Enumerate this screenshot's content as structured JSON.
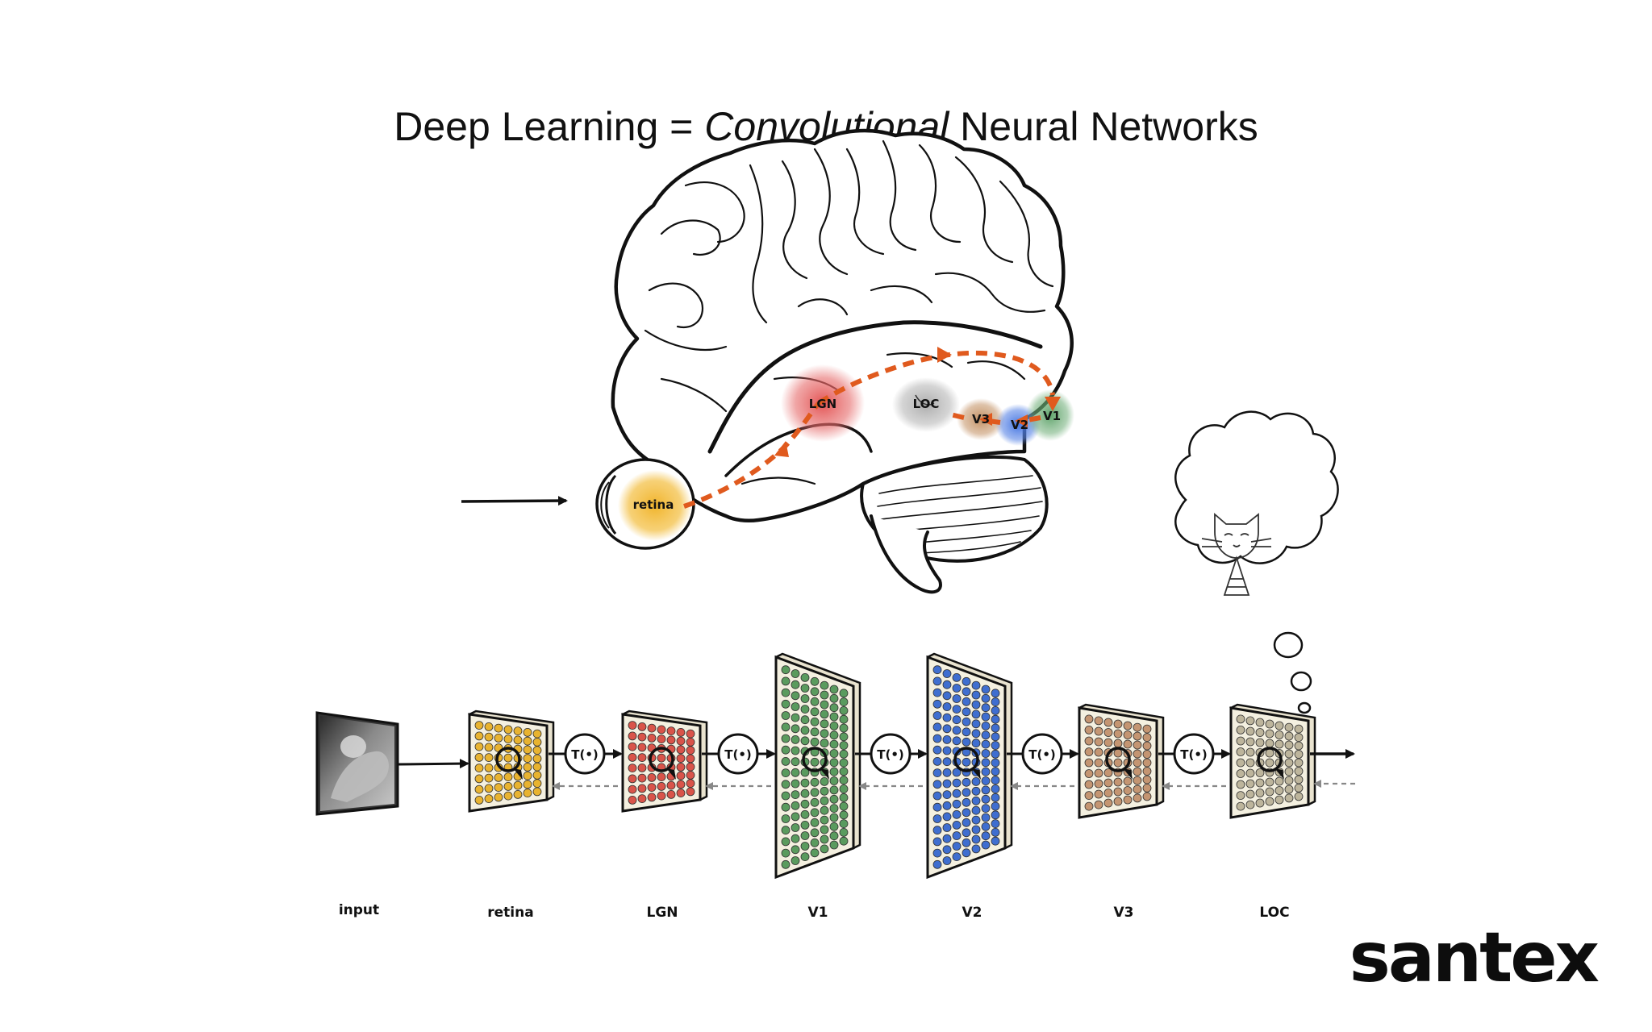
{
  "title": {
    "prefix": "Deep Learning = ",
    "emphasis": "Convolutional",
    "suffix": " Neural Networks"
  },
  "brain_labels": {
    "retina": "retina",
    "lgn": "LGN",
    "loc": "LOC",
    "v1": "V1",
    "v2": "V2",
    "v3": "V3"
  },
  "transform_label": "T(•)",
  "stages": [
    {
      "label": "input"
    },
    {
      "label": "retina",
      "color": "#e8b330"
    },
    {
      "label": "LGN",
      "color": "#d9544a"
    },
    {
      "label": "V1",
      "color": "#5a9b5e"
    },
    {
      "label": "V2",
      "color": "#3f6ed0"
    },
    {
      "label": "V3",
      "color": "#c49572"
    },
    {
      "label": "LOC",
      "color": "#bdb59c"
    }
  ],
  "colors": {
    "pathway": "#e05a1e",
    "retina_blob": "#f0b020",
    "lgn_blob": "#e24a4a",
    "loc_blob": "#a8a8a8",
    "v3_blob": "#c08a5a",
    "v2_blob": "#3b6ee0",
    "v1_blob": "#4f9a5c"
  },
  "logo": "santex"
}
